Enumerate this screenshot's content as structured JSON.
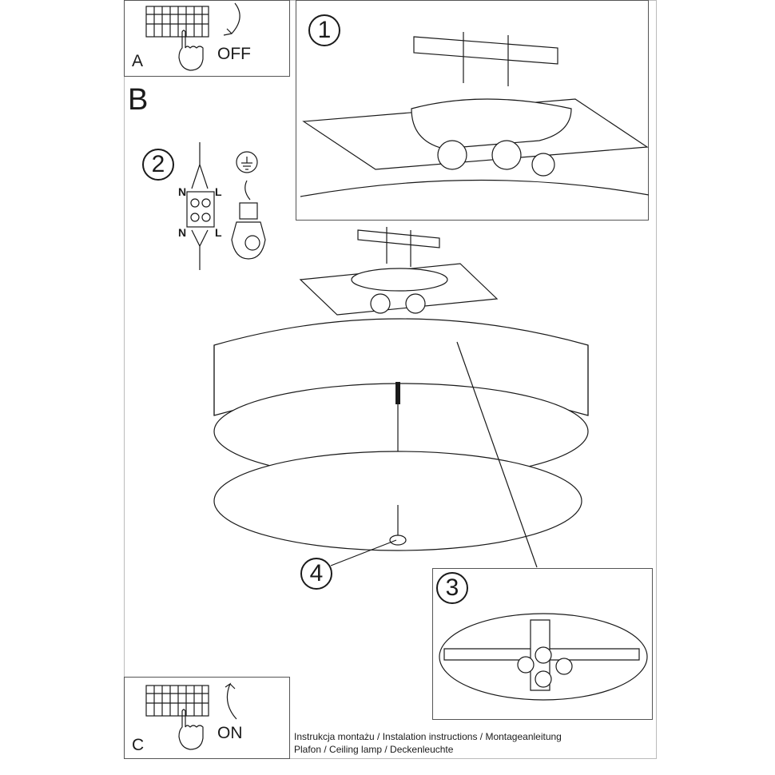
{
  "panels": {
    "a": {
      "letter": "A",
      "action": "OFF"
    },
    "b": {
      "letter": "B"
    },
    "c": {
      "letter": "C",
      "action": "ON"
    }
  },
  "steps": [
    "1",
    "2",
    "3",
    "4"
  ],
  "wiring": {
    "neutral": "N",
    "live": "L"
  },
  "footer": {
    "line1": "Instrukcja montażu / Instalation instructions / Montageanleitung",
    "line2": "Plafon / Ceiling lamp / Deckenleuchte"
  }
}
